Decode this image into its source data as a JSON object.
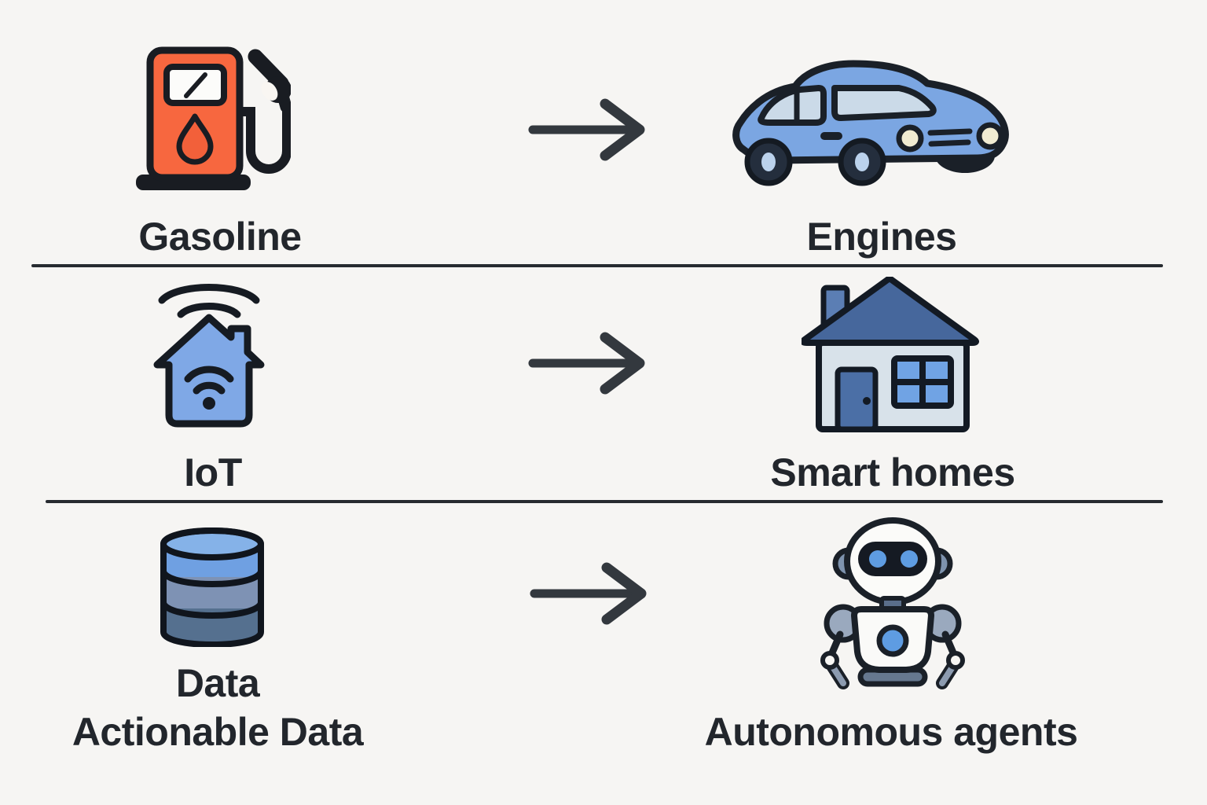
{
  "diagram": {
    "rows": [
      {
        "source": {
          "label": "Gasoline",
          "icon": "gas-pump-icon"
        },
        "relation": "arrow-right",
        "target": {
          "label": "Engines",
          "icon": "car-icon"
        }
      },
      {
        "source": {
          "label": "IoT",
          "icon": "iot-house-wifi-icon"
        },
        "relation": "arrow-right",
        "target": {
          "label": "Smart homes",
          "icon": "smart-home-icon"
        }
      },
      {
        "source": {
          "label": "Data",
          "label_line2": "Actionable Data",
          "icon": "database-icon"
        },
        "relation": "arrow-right",
        "target": {
          "label": "Autonomous agents",
          "icon": "robot-icon"
        }
      }
    ],
    "colors": {
      "background": "#f6f5f3",
      "outline": "#1a1e24",
      "text": "#22262c",
      "arrow": "#33383e",
      "pump_orange": "#f7673f",
      "car_blue": "#7ba6e2",
      "glass_blue": "#cbdae8",
      "headlight_cream": "#f1ecd2",
      "iot_house_blue": "#7fa8e6",
      "roof_slate": "#46679c",
      "home_body": "#d8e2ea",
      "door_blue": "#4b6fa6",
      "window_blue": "#70a3e4",
      "db_top": "#85b2e8",
      "db_band1": "#6fa0e2",
      "db_band2": "#7e92b4",
      "db_band3": "#55708f",
      "robot_white": "#fbfbf9",
      "robot_gray": "#9aa9be",
      "robot_eye_blue": "#5e9ce2"
    }
  }
}
